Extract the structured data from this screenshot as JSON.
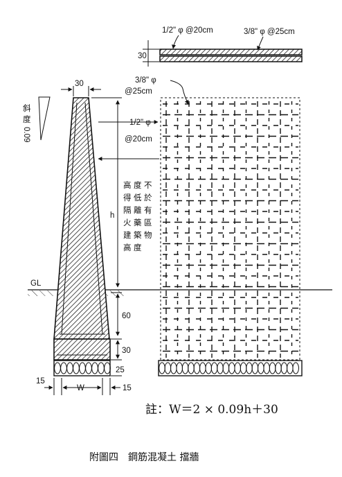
{
  "bars": {
    "main": "1/2\" φ @20cm",
    "dist": "3/8\" φ @25cm",
    "main_left_line1": "1/2\" φ",
    "main_left_line2": "@20cm",
    "dist_left_line1": "3/8\" φ",
    "dist_left_line2": "@25cm"
  },
  "dims": {
    "slab_thickness": "30",
    "top_width": "30",
    "height": "h",
    "embed": "60",
    "footing": "30",
    "gravel": "25",
    "toe": "15",
    "heel": "15",
    "base": "W",
    "ground": "GL"
  },
  "slope": {
    "label_chars": [
      "斜",
      "度"
    ],
    "value": "0.09"
  },
  "height_note_columns": [
    "高度不",
    "得低於",
    "隔離有",
    "火藥區",
    "建築物",
    "高度"
  ],
  "formula_note": "註：W＝2 × 0.09h＋30",
  "caption": "附圖四　鋼筋混凝土 擋牆"
}
